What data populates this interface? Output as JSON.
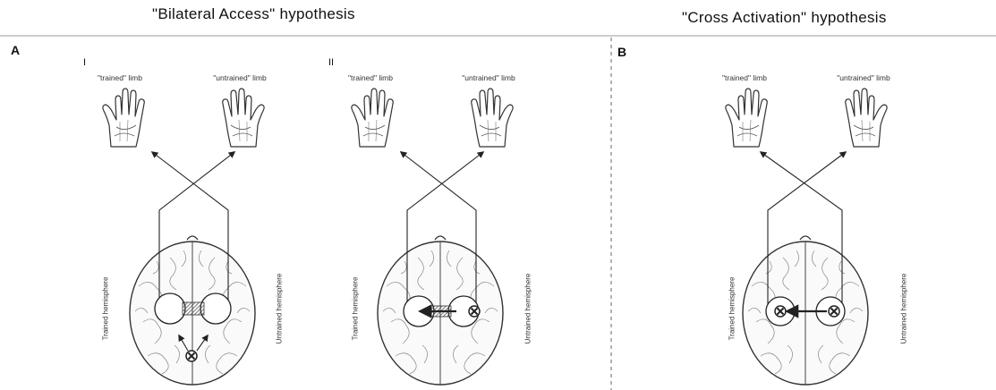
{
  "titles": {
    "bilateral": "\"Bilateral Access\" hypothesis",
    "cross": "\"Cross Activation\" hypothesis"
  },
  "panels": {
    "a_letter": "A",
    "b_letter": "B",
    "i_label": "I",
    "ii_label": "II"
  },
  "hand_labels": {
    "trained": "\"trained\" limb",
    "untrained": "\"untrained\" limb"
  },
  "hemisphere_labels": {
    "trained": "Trained hemisphere",
    "untrained": "Untrained hemisphere"
  },
  "colors": {
    "line": "#222222",
    "hatch": "#555555"
  }
}
